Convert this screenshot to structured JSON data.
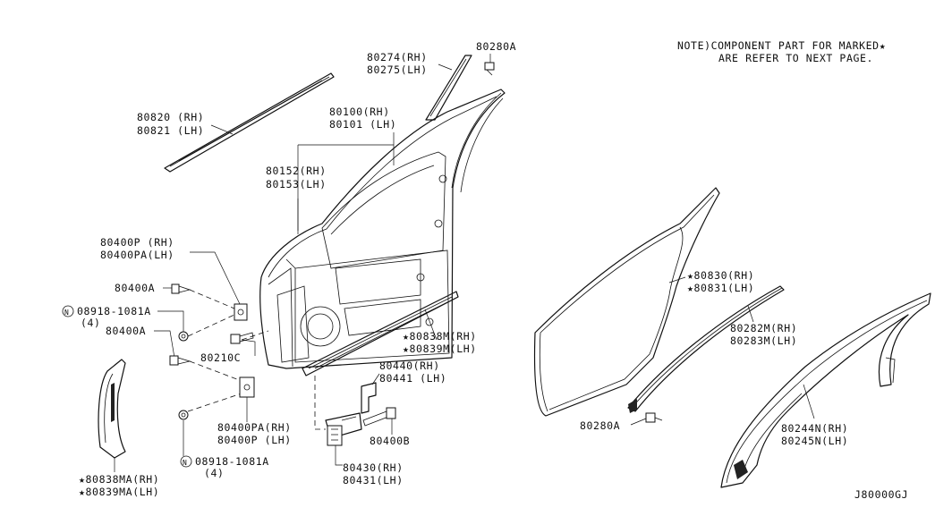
{
  "note": {
    "line1": "NOTE)COMPONENT PART FOR MARKED★",
    "line2": "ARE REFER TO NEXT PAGE."
  },
  "diagram_code": "J80000GJ",
  "labels": {
    "p80280A_top": "80280A",
    "p80274": "80274(RH)",
    "p80275": "80275(LH)",
    "p80820": "80820 (RH)",
    "p80821": "80821 (LH)",
    "p80100": "80100(RH)",
    "p80101": "80101 (LH)",
    "p80152": "80152(RH)",
    "p80153": "80153(LH)",
    "p80400P_rh": "80400P  (RH)",
    "p80400PA_lh": "80400PA(LH)",
    "p80400A_1": "80400A",
    "p08918_1": "08918-1081A",
    "p08918_1_qty": "(4)",
    "p80400A_2": "80400A",
    "p80210C": "80210C",
    "p80838M": "★80838M(RH)",
    "p80839M": "★80839M(LH)",
    "p80440": "80440(RH)",
    "p80441": "80441 (LH)",
    "p80400PA_rh": "80400PA(RH)",
    "p80400P_lh": "80400P  (LH)",
    "p80400B": "80400B",
    "p08918_2": "08918-1081A",
    "p08918_2_qty": "(4)",
    "p80430": "80430(RH)",
    "p80431": "80431(LH)",
    "p80838MA": "★80838MA(RH)",
    "p80839MA": "★80839MA(LH)",
    "p80830": "★80830(RH)",
    "p80831": "★80831(LH)",
    "p80282M": "80282M(RH)",
    "p80283M": "80283M(LH)",
    "p80280A_bottom": "80280A",
    "p80244N": "80244N(RH)",
    "p80245N": "80245N(LH)",
    "nut_symbol": "N"
  }
}
